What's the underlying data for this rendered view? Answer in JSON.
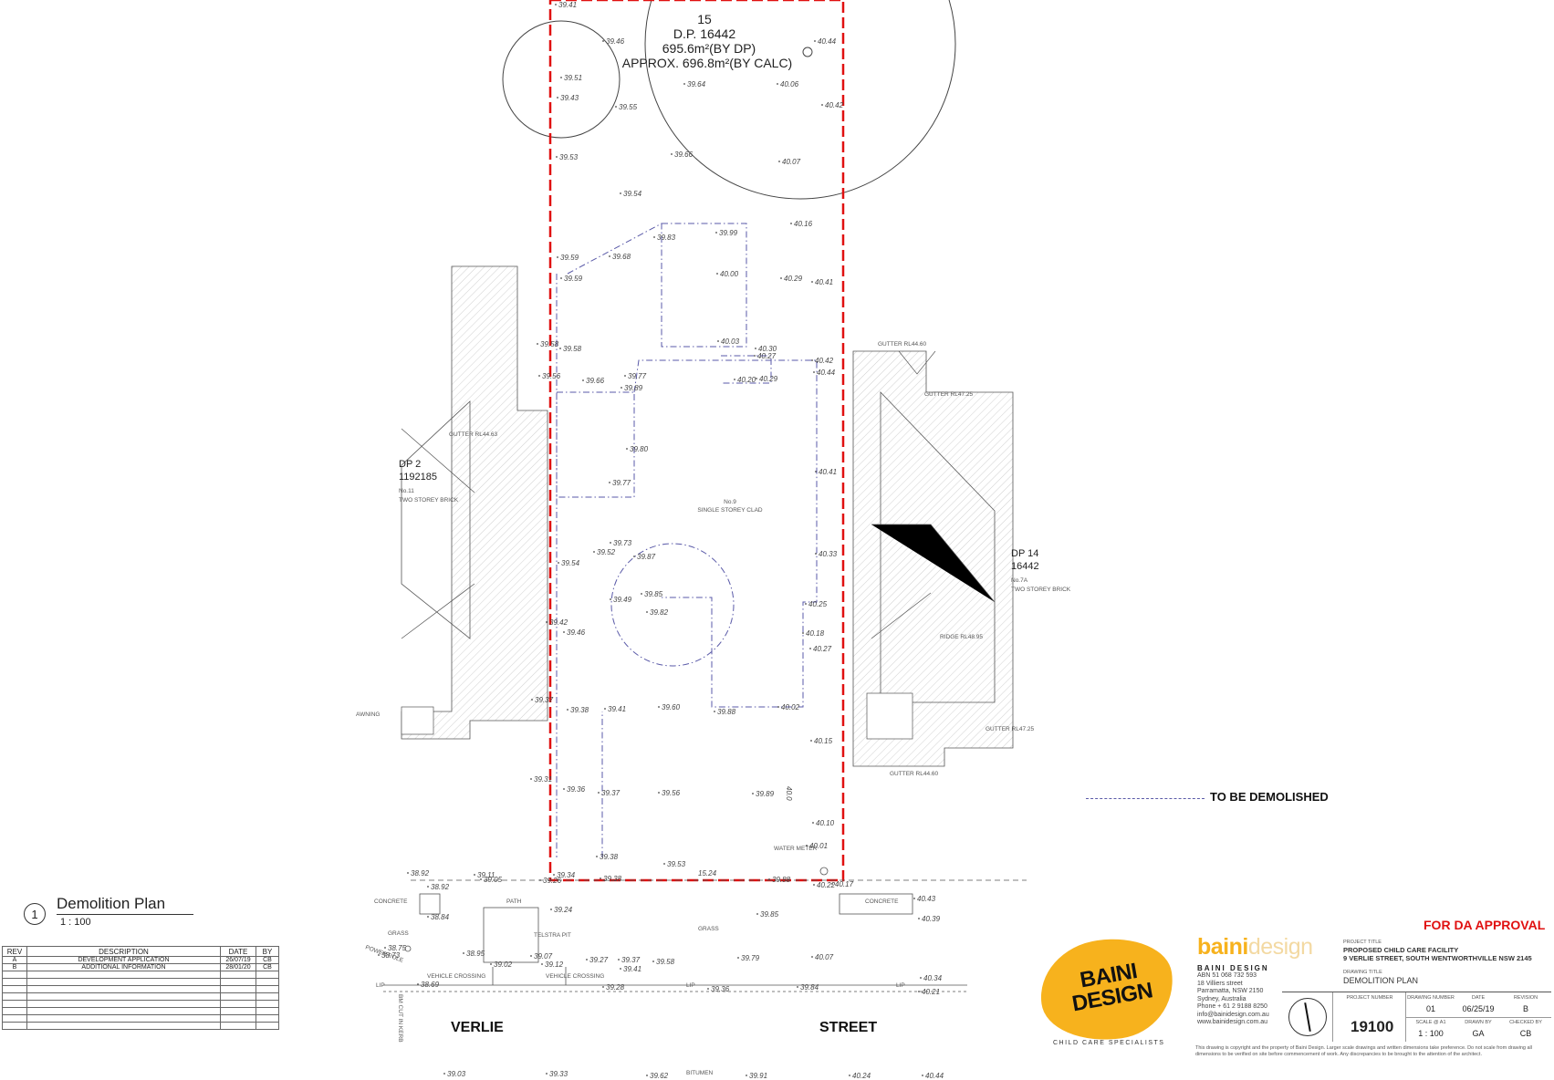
{
  "lot": {
    "number": "15",
    "dp": "D.P. 16442",
    "area_dp": "695.6m²(BY DP)",
    "area_calc": "APPROX. 696.8m²(BY CALC)"
  },
  "neighbours": {
    "left_dp": "DP 2",
    "left_dp_no": "1192185",
    "left_house": "No.11",
    "left_desc": "TWO STOREY BRICK",
    "right_dp": "DP 14",
    "right_dp_no": "16442",
    "right_house": "No.7A",
    "right_desc": "TWO STOREY BRICK"
  },
  "site_house": {
    "number": "No.9",
    "desc": "SINGLE STOREY CLAD"
  },
  "annotations": {
    "gutter_l1": "GUTTER RL44.63",
    "gutter_r1": "GUTTER RL44.60",
    "gutter_r2": "GUTTER RL47.25",
    "gutter_r3": "GUTTER RL47.25",
    "gutter_r4": "GUTTER RL44.60",
    "ridge_r": "RIDGE RL48.95",
    "awning": "AWNING",
    "water_meter": "WATER METER",
    "concrete_l": "CONCRETE",
    "concrete_r": "CONCRETE",
    "path": "PATH",
    "grass_l": "GRASS",
    "grass_c": "GRASS",
    "telstra": "TELSTRA PIT",
    "power_pole": "POWER POLE",
    "vehicle_crossing_1": "VEHICLE CROSSING",
    "vehicle_crossing_2": "VEHICLE CROSSING",
    "lip_1": "LIP",
    "lip_2": "LIP",
    "lip_3": "LIP",
    "bm": "BM CUT IN KERB",
    "bitumen": "BITUMEN",
    "contour": "40.0",
    "dim": "15.24"
  },
  "spot_levels": [
    "39.41",
    "39.46",
    "39.51",
    "39.43",
    "39.55",
    "39.53",
    "39.54",
    "39.59",
    "39.59",
    "39.58",
    "39.58",
    "39.56",
    "39.66",
    "39.77",
    "39.89",
    "39.80",
    "39.77",
    "39.73",
    "39.87",
    "39.85",
    "39.82",
    "39.52",
    "39.54",
    "39.49",
    "39.42",
    "39.46",
    "39.37",
    "39.38",
    "39.41",
    "39.60",
    "39.88",
    "39.31",
    "39.36",
    "39.37",
    "39.56",
    "39.89",
    "39.38",
    "39.53",
    "39.34",
    "39.26",
    "39.38",
    "39.88",
    "39.24",
    "39.05",
    "38.92",
    "38.84",
    "39.11",
    "38.92",
    "38.75",
    "38.73",
    "38.69",
    "38.95",
    "39.02",
    "39.07",
    "39.12",
    "39.27",
    "39.37",
    "39.41",
    "39.28",
    "39.58",
    "39.79",
    "39.84",
    "39.36",
    "39.85",
    "40.07",
    "40.21",
    "40.34",
    "40.17",
    "40.22",
    "40.43",
    "40.39",
    "39.64",
    "39.66",
    "39.68",
    "39.83",
    "39.99",
    "40.00",
    "40.03",
    "40.06",
    "40.07",
    "40.16",
    "40.29",
    "40.41",
    "40.42",
    "40.44",
    "40.30",
    "40.27",
    "40.20",
    "40.29",
    "40.42",
    "40.44",
    "40.41",
    "40.33",
    "40.25",
    "40.18",
    "40.27",
    "40.02",
    "40.15",
    "40.10",
    "40.01",
    "39.03",
    "39.33",
    "39.62",
    "39.91",
    "40.24",
    "40.44"
  ],
  "street": {
    "word1": "VERLIE",
    "word2": "STREET"
  },
  "legend": {
    "label": "TO BE DEMOLISHED"
  },
  "view": {
    "number": "1",
    "title": "Demolition Plan",
    "scale": "1 : 100"
  },
  "revisions": {
    "headers": [
      "REV",
      "DESCRIPTION",
      "DATE",
      "BY"
    ],
    "rows": [
      [
        "A",
        "DEVELOPMENT APPLICATION",
        "26/07/19",
        "CB"
      ],
      [
        "B",
        "ADDITIONAL INFORMATION",
        "28/01/20",
        "CB"
      ]
    ],
    "blank_rows": 8
  },
  "approval": "FOR DA APPROVAL",
  "logo": {
    "line1": "BAINI",
    "line2": "DESIGN",
    "tag": "CHILD CARE SPECIALISTS",
    "splash_color": "#f7b21d"
  },
  "company": {
    "word_a": "baini",
    "word_b": "design",
    "name": "BAINI DESIGN",
    "abn": "ABN 51 068 732 593",
    "street": "18 Villiers street",
    "suburb": "Parramatta, NSW 2150",
    "city": "Sydney, Australia",
    "phone": "Phone + 61 2 9188 8250",
    "email": "info@bainidesign.com.au",
    "web": "www.bainidesign.com.au"
  },
  "title_block": {
    "project_title_label": "PROJECT TITLE",
    "project_title_1": "PROPOSED CHILD CARE FACILITY",
    "project_title_2": "9 VERLIE STREET, SOUTH WENTWORTHVILLE NSW 2145",
    "drawing_title_label": "DRAWING TITLE",
    "drawing_title": "DEMOLITION PLAN",
    "project_number_label": "PROJECT NUMBER",
    "project_number": "19100",
    "drawing_number_label": "DRAWING NUMBER",
    "drawing_number": "01",
    "date_label": "DATE",
    "date": "06/25/19",
    "revision_label": "REVISION",
    "revision": "B",
    "scale_label": "SCALE @ A1",
    "scale": "1 : 100",
    "drawn_label": "DRAWN BY",
    "drawn": "GA",
    "checked_label": "CHECKED BY",
    "checked": "CB"
  },
  "disclaimer": "This drawing is copyright and the property of Baini Design. Larger scale drawings and written dimensions take preference. Do not scale from drawing all dimensions to be verified on site before commencement of work. Any discrepancies to be brought to the attention of the architect.",
  "colors": {
    "boundary": "#e01010",
    "demolish": "#5a5aa8",
    "accent": "#f7b21d",
    "approval": "#e01010"
  }
}
